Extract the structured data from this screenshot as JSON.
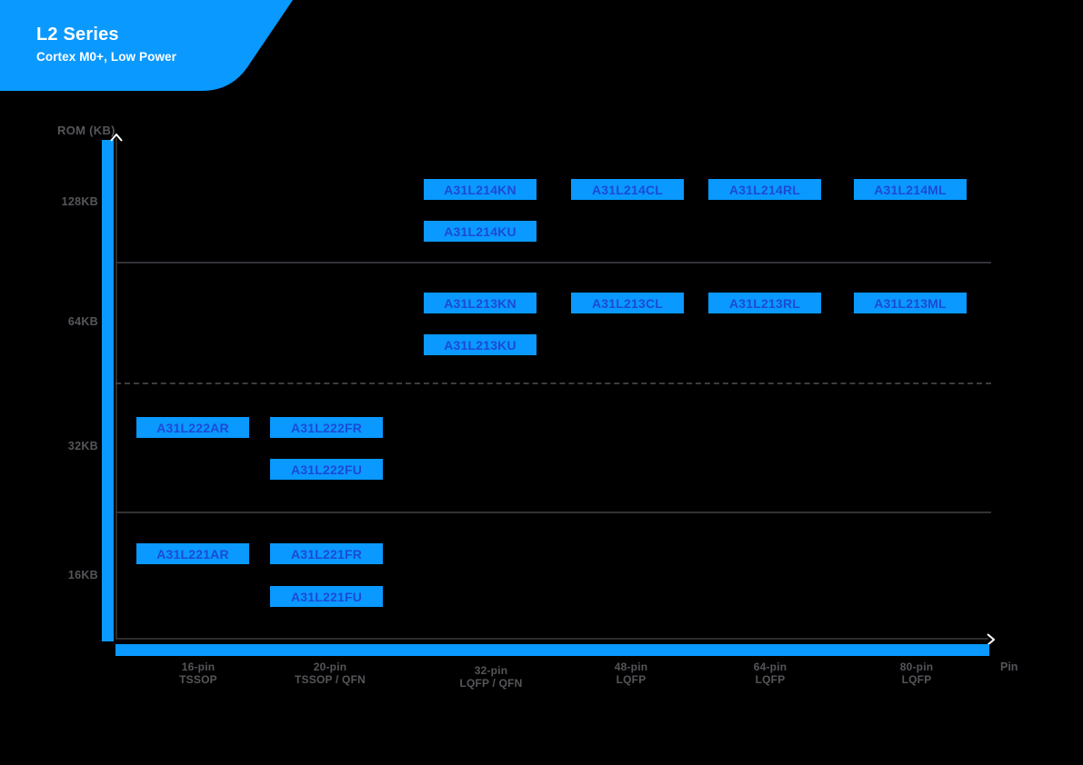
{
  "banner": {
    "title": "L2 Series",
    "subtitle": "Cortex M0+, Low Power"
  },
  "colors": {
    "background": "#000000",
    "accent": "#0A99FF",
    "chip_text": "#1B4BD5",
    "label_gray": "#55565A",
    "axis_line": "#2B2B2E",
    "separator": "#323236",
    "separator_dashed": "#3C3C40",
    "arrow": "#FFFFFF"
  },
  "chart": {
    "y_axis_title": "ROM (KB)",
    "x_axis_title": "Pin",
    "rom_levels": [
      "128KB",
      "64KB",
      "32KB",
      "16KB"
    ],
    "pin_columns": [
      {
        "pins": "16-pin",
        "packages": "TSSOP"
      },
      {
        "pins": "20-pin",
        "packages": "TSSOP / QFN"
      },
      {
        "pins": "32-pin",
        "packages": "LQFP / QFN"
      },
      {
        "pins": "48-pin",
        "packages": "LQFP"
      },
      {
        "pins": "64-pin",
        "packages": "LQFP"
      },
      {
        "pins": "80-pin",
        "packages": "LQFP"
      }
    ],
    "separators": [
      "solid",
      "dashed",
      "solid"
    ],
    "chips": [
      {
        "label": "A31L214KN",
        "row": 0,
        "col": 2,
        "sub": 0
      },
      {
        "label": "A31L214CL",
        "row": 0,
        "col": 3,
        "sub": 0
      },
      {
        "label": "A31L214RL",
        "row": 0,
        "col": 4,
        "sub": 0
      },
      {
        "label": "A31L214ML",
        "row": 0,
        "col": 5,
        "sub": 0
      },
      {
        "label": "A31L214KU",
        "row": 0,
        "col": 2,
        "sub": 1
      },
      {
        "label": "A31L213KN",
        "row": 1,
        "col": 2,
        "sub": 0
      },
      {
        "label": "A31L213CL",
        "row": 1,
        "col": 3,
        "sub": 0
      },
      {
        "label": "A31L213RL",
        "row": 1,
        "col": 4,
        "sub": 0
      },
      {
        "label": "A31L213ML",
        "row": 1,
        "col": 5,
        "sub": 0
      },
      {
        "label": "A31L213KU",
        "row": 1,
        "col": 2,
        "sub": 1
      },
      {
        "label": "A31L222AR",
        "row": 2,
        "col": 0,
        "sub": 0
      },
      {
        "label": "A31L222FR",
        "row": 2,
        "col": 1,
        "sub": 0
      },
      {
        "label": "A31L222FU",
        "row": 2,
        "col": 1,
        "sub": 1
      },
      {
        "label": "A31L221AR",
        "row": 3,
        "col": 0,
        "sub": 0
      },
      {
        "label": "A31L221FR",
        "row": 3,
        "col": 1,
        "sub": 0
      },
      {
        "label": "A31L221FU",
        "row": 3,
        "col": 1,
        "sub": 1
      }
    ]
  },
  "chart_data": {
    "type": "scatter",
    "title": "L2 Series — Cortex M0+, Low Power product lineup",
    "xlabel": "Pin",
    "ylabel": "ROM (KB)",
    "x_categories": [
      "16-pin TSSOP",
      "20-pin TSSOP / QFN",
      "32-pin LQFP / QFN",
      "48-pin LQFP",
      "64-pin LQFP",
      "80-pin LQFP"
    ],
    "y_categories": [
      "16KB",
      "32KB",
      "64KB",
      "128KB"
    ],
    "points": [
      {
        "part": "A31L214KN",
        "rom": "128KB",
        "pins": "32-pin",
        "package": "LQFP / QFN"
      },
      {
        "part": "A31L214CL",
        "rom": "128KB",
        "pins": "48-pin",
        "package": "LQFP"
      },
      {
        "part": "A31L214RL",
        "rom": "128KB",
        "pins": "64-pin",
        "package": "LQFP"
      },
      {
        "part": "A31L214ML",
        "rom": "128KB",
        "pins": "80-pin",
        "package": "LQFP"
      },
      {
        "part": "A31L214KU",
        "rom": "128KB",
        "pins": "32-pin",
        "package": "LQFP / QFN"
      },
      {
        "part": "A31L213KN",
        "rom": "64KB",
        "pins": "32-pin",
        "package": "LQFP / QFN"
      },
      {
        "part": "A31L213CL",
        "rom": "64KB",
        "pins": "48-pin",
        "package": "LQFP"
      },
      {
        "part": "A31L213RL",
        "rom": "64KB",
        "pins": "64-pin",
        "package": "LQFP"
      },
      {
        "part": "A31L213ML",
        "rom": "64KB",
        "pins": "80-pin",
        "package": "LQFP"
      },
      {
        "part": "A31L213KU",
        "rom": "64KB",
        "pins": "32-pin",
        "package": "LQFP / QFN"
      },
      {
        "part": "A31L222AR",
        "rom": "32KB",
        "pins": "16-pin",
        "package": "TSSOP"
      },
      {
        "part": "A31L222FR",
        "rom": "32KB",
        "pins": "20-pin",
        "package": "TSSOP / QFN"
      },
      {
        "part": "A31L222FU",
        "rom": "32KB",
        "pins": "20-pin",
        "package": "TSSOP / QFN"
      },
      {
        "part": "A31L221AR",
        "rom": "16KB",
        "pins": "16-pin",
        "package": "TSSOP"
      },
      {
        "part": "A31L221FR",
        "rom": "16KB",
        "pins": "20-pin",
        "package": "TSSOP / QFN"
      },
      {
        "part": "A31L221FU",
        "rom": "16KB",
        "pins": "20-pin",
        "package": "TSSOP / QFN"
      }
    ]
  }
}
